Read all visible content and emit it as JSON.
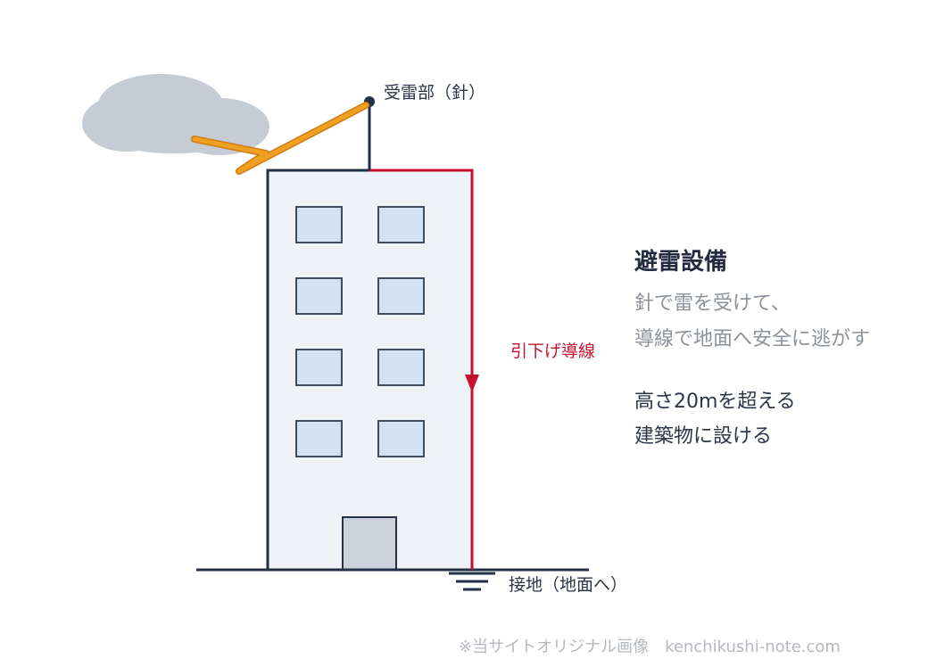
{
  "labels": {
    "receiver": "受雷部（針）",
    "down_conductor": "引下げ導線",
    "ground": "接地（地面へ）"
  },
  "info": {
    "title": "避雷設備",
    "desc_line1": "針で雷を受けて、",
    "desc_line2": "導線で地面へ安全に逃がす",
    "req_line1": "高さ20mを超える",
    "req_line2": "建築物に設ける"
  },
  "credit": "※当サイトオリジナル画像　kenchikushi-note.com",
  "colors": {
    "outline": "#233047",
    "building_fill": "#eff2f7",
    "window_fill": "#d2e1f3",
    "window_stroke": "#3e4a5e",
    "door_fill": "#cdd3dc",
    "cloud": "#c5ccd5",
    "lightning": "#f0a020",
    "lightning_edge": "#d07a10",
    "conductor": "#c8102e",
    "title_text": "#222c40",
    "muted_text": "#8c929b",
    "credit_text": "#b4b8bf"
  }
}
